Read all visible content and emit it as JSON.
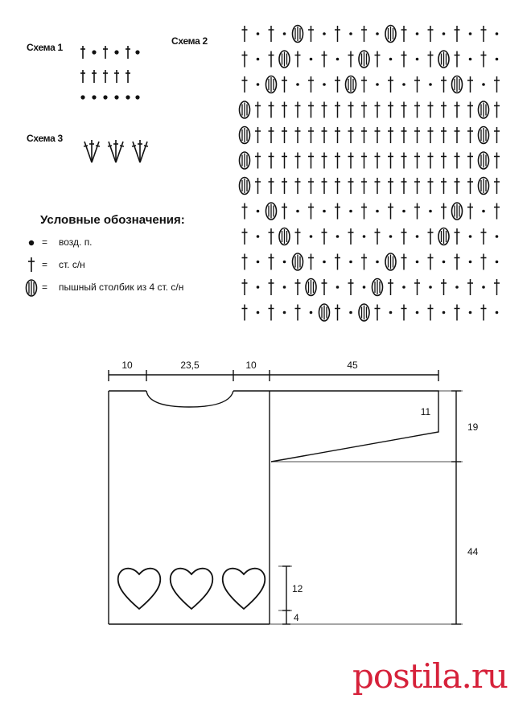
{
  "schemes": {
    "scheme1": "Схема 1",
    "scheme2": "Схема 2",
    "scheme3": "Схема 3"
  },
  "legend": {
    "title": "Условные обозначения:",
    "items": [
      {
        "icon": "chain-stitch-dot",
        "eq": "=",
        "text": "возд. п."
      },
      {
        "icon": "double-crochet-cross",
        "eq": "=",
        "text": "ст. с/н"
      },
      {
        "icon": "puff-stitch-oval",
        "eq": "=",
        "text": "пышный столбик из 4 ст. с/н"
      }
    ]
  },
  "pattern_grid": {
    "rows": [
      "TDTDPTDTDTDPTDTDTDTD",
      "TDTPTDTDTPTDTDTPTDTD",
      "TDPTDTDTPTDTDTDTPTDT",
      "PTTTTTTTTTTTTTTTTTPT",
      "PTTTTTTTTTTTTTTTTTPT",
      "PTTTTTTTTTTTTTTTTTPT",
      "PTTTTTTTTTTTTTTTTTPT",
      "TDPTDTDTDTDTDTDTPTDT",
      "TDTPTDTDTDTDTDTPTDTD",
      "TDTDPTDTDTDPTDTDTDTD",
      "TDTDTPTDTDPTDTDTDTDT",
      "TDTDTDPTDPTDTDTDTDTD"
    ]
  },
  "dimensions": {
    "top_left": "10",
    "neck": "23,5",
    "top_right": "10",
    "sleeve_width": "45",
    "sleeve_cuff": "11",
    "sleeve_height": "19",
    "body_height": "44",
    "heart_height": "12",
    "hem": "4"
  },
  "watermark": "postila.ru",
  "colors": {
    "ink": "#111111",
    "logo": "#d6213a"
  }
}
